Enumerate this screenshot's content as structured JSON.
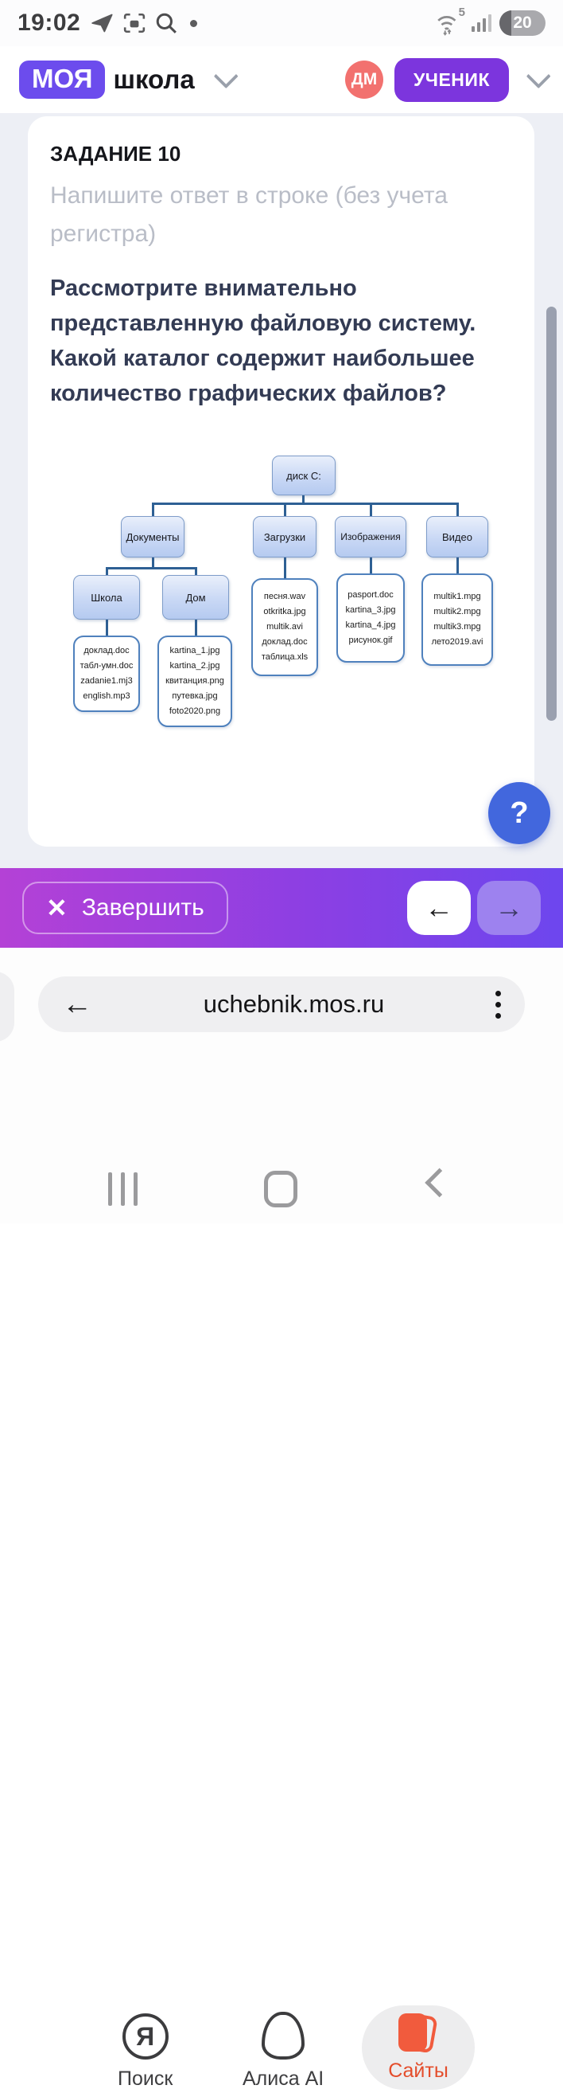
{
  "status_bar": {
    "time": "19:02",
    "network_gen": "5",
    "battery": "20"
  },
  "header": {
    "brand_primary": "МОЯ",
    "brand_secondary": "школа",
    "avatar_initials": "ДМ",
    "role_button": "УЧЕНИК"
  },
  "task": {
    "label": "ЗАДАНИЕ 10",
    "hint": "Напишите ответ в строке (без учета регистра)",
    "question": "Рассмотрите внимательно представленную файловую систему. Какой каталог содержит наибольшее количество графических файлов?"
  },
  "diagram": {
    "root": "диск C:",
    "folders": {
      "documents": "Документы",
      "downloads": "Загрузки",
      "images": "Изображения",
      "video": "Видео",
      "school": "Школа",
      "home": "Дом"
    },
    "files": {
      "school": [
        "доклад.doc",
        "табл-умн.doc",
        "zadanie1.mj3",
        "english.mp3"
      ],
      "home": [
        "kartina_1.jpg",
        "kartina_2.jpg",
        "квитанция.png",
        "путевка.jpg",
        "foto2020.png"
      ],
      "downloads": [
        "песня.wav",
        "otkritka.jpg",
        "multik.avi",
        "доклад.doc",
        "таблица.xls"
      ],
      "images": [
        "pasport.doc",
        "kartina_3.jpg",
        "kartina_4.jpg",
        "рисунок.gif"
      ],
      "video": [
        "multik1.mpg",
        "multik2.mpg",
        "multik3.mpg",
        "лето2019.avi"
      ]
    }
  },
  "footer_bar": {
    "finish_label": "Завершить",
    "help_glyph": "?"
  },
  "icons": {
    "close": "✕",
    "back_arrow": "←",
    "forward_arrow": "→",
    "yandex_glyph": "Я"
  },
  "browser": {
    "url": "uchebnik.mos.ru"
  },
  "bottom_nav": {
    "search_label": "Поиск",
    "alice_label": "Алиса AI",
    "sites_label": "Сайты"
  },
  "colors": {
    "brand_purple": "#6c4ced",
    "role_purple": "#7c35dd",
    "avatar_red": "#f2716f",
    "fab_blue": "#4267dd",
    "bar_gradient_start": "#b441d6",
    "bar_gradient_end": "#6d46ee",
    "sites_red": "#f15b3d",
    "diagram_line": "#2e6094",
    "file_border": "#4f81bd"
  }
}
